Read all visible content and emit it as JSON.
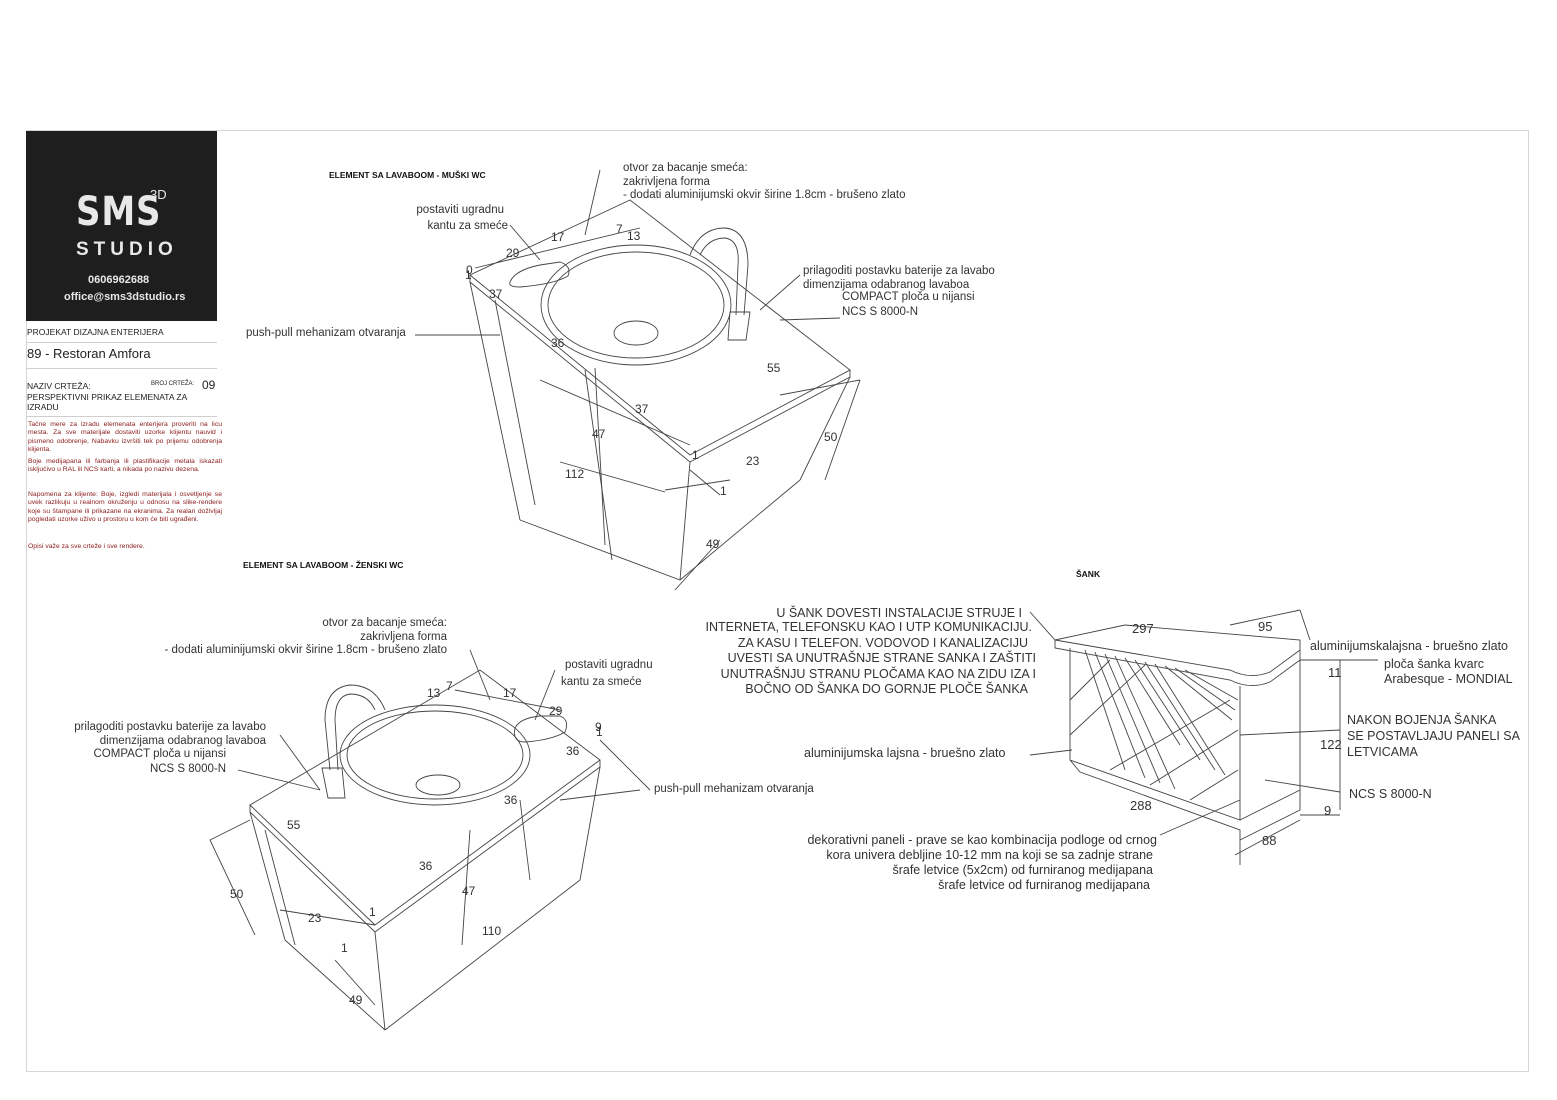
{
  "logo": {
    "brand": "SMS",
    "sup": "3D",
    "studio": "STUDIO",
    "phone": "0606962688",
    "email": "office@sms3dstudio.rs"
  },
  "title_block": {
    "project_label": "PROJEKAT DIZAJNA ENTERIJERA",
    "project": "89 - Restoran Amfora",
    "drawing_label": "NAZIV CRTEŽA:",
    "number_label": "BROJ CRTEŽA:",
    "number": "09",
    "drawing_name": "PERSPEKTIVNI PRIKAZ ELEMENATA ZA IZRADU",
    "note1": "Tačne mere za izradu elemenata enterijera proveriti na licu mesta. Za sve materijale dostaviti uzorke klijentu nauvid i pismeno odobrenje, Nabavku izvršiti tek po prijemu odobrenja klijenta.",
    "note2": "Boje medijapana ili farbanja ili plastifikacije metala iskazati isključivo u RAL ili NCS karti, a nikada po nazivu dezena.",
    "note3": "Napomena za klijente: Boje, izgledi materijala i osvetljenje se uvek razlikuju u realnom okruženju u odnosu na slike-rendere koje su štampane ili prikazane na ekranima. Za realan doživljaj pogledati uzorke uživo u prostoru u kom će biti ugrađeni.",
    "note4": "Opisi važe za sve crteže i sve rendere."
  },
  "muski": {
    "title": "ELEMENT SA LAVABOOM - MUŠKI WC",
    "otvor": [
      "otvor za bacanje smeća:",
      "zakrivljena forma",
      "- dodati aluminijumski okvir širine 1.8cm - brušeno zlato"
    ],
    "kanta": [
      "postaviti ugradnu",
      "kantu za smeće"
    ],
    "baterija": [
      "prilagoditi postavku baterije za lavabo",
      "dimenzijama odabranog lavaboa"
    ],
    "compact": [
      "COMPACT ploča u nijansi",
      "NCS S 8000-N"
    ],
    "push": "push-pull mehanizam otvaranja",
    "dims": {
      "d17": "17",
      "d7": "7",
      "d13": "13",
      "d29": "29",
      "d0": "0",
      "d1a": "1",
      "d37a": "37",
      "d36": "36",
      "d55": "55",
      "d37b": "37",
      "d47": "47",
      "d50": "50",
      "d1b": "1",
      "d23": "23",
      "d112": "112",
      "d1c": "1",
      "d49": "49"
    }
  },
  "zenski": {
    "title": "ELEMENT SA LAVABOOM - ŽENSKI WC",
    "otvor": [
      "otvor za bacanje smeća:",
      "zakrivljena forma",
      "- dodati aluminijumski okvir širine 1.8cm - brušeno zlato"
    ],
    "kanta": [
      "postaviti ugradnu",
      "kantu za smeće"
    ],
    "baterija": [
      "prilagoditi postavku baterije za lavabo",
      "dimenzijama odabranog lavaboa"
    ],
    "compact": [
      "COMPACT ploča u nijansi",
      "NCS S 8000-N"
    ],
    "push": "push-pull mehanizam otvaranja",
    "dims": {
      "d13": "13",
      "d7": "7",
      "d17": "17",
      "d29": "29",
      "d9": "9",
      "d1a": "1",
      "d36a": "36",
      "d36b": "36",
      "d55": "55",
      "d36c": "36",
      "d50": "50",
      "d47": "47",
      "d23": "23",
      "d1b": "1",
      "d110": "110",
      "d1c": "1",
      "d49": "49"
    }
  },
  "sank": {
    "title": "ŠANK",
    "instalacije": [
      "U ŠANK DOVESTI INSTALACIJE STRUJE I",
      "INTERNETA, TELEFONSKU KAO I UTP KOMUNIKACIJU.",
      "ZA KASU I TELEFON. VODOVOD I KANALIZACIJU",
      "UVESTI SA UNUTRAŠNJE STRANE SANKA I ZAŠTITI",
      "UNUTRAŠNJU STRANU PLOČAMA  KAO NA ZIDU IZA I",
      "BOČNO OD ŠANKA DO GORNJE PLOČE ŠANKA"
    ],
    "lajsna_top": "aluminijumskalajsna - bruešno zlato",
    "ploca": [
      "ploča šanka kvarc",
      "Arabesque - MONDIAL"
    ],
    "paneli": [
      "NAKON BOJENJA ŠANKA",
      "SE POSTAVLJAJU PANELI SA",
      "LETVICAMA"
    ],
    "ncs": "NCS S 8000-N",
    "lajsna_side": "aluminijumska lajsna - bruešno zlato",
    "dekorativni": [
      "dekorativni paneli - prave se kao kombinacija podloge od crnog",
      "kora univera debljine 10-12 mm na koji se sa zadnje strane",
      "šrafe letvice (5x2cm) od furniranog medijapana",
      "šrafe letvice od furniranog medijapana"
    ],
    "dims": {
      "d297": "297",
      "d95": "95",
      "d11": "11",
      "d122": "122",
      "d9": "9",
      "d288": "288",
      "d88": "88"
    }
  }
}
